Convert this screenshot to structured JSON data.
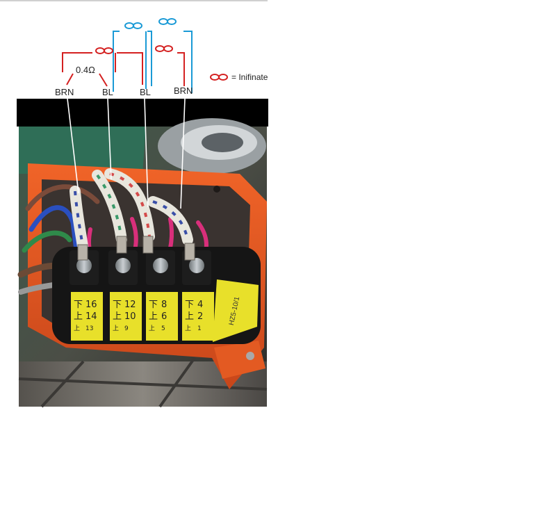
{
  "colors": {
    "red_line": "#d42020",
    "blue_line": "#1a9ad6",
    "wire_trace": "#ffffff",
    "terminal_yellow": "#e8e02a",
    "enclosure_orange": "#e2541e",
    "black_band": "#000000"
  },
  "diagram": {
    "resistance_label": "0.4Ω",
    "infinity_symbol": "∞",
    "wires": [
      {
        "label": "BRN",
        "color": "red"
      },
      {
        "label": "BL",
        "color": "blue"
      },
      {
        "label": "BL",
        "color": "blue"
      },
      {
        "label": "BRN",
        "color": "red"
      }
    ]
  },
  "legend": {
    "icon": "infinity-red-icon",
    "text": "= Inifinate"
  },
  "photo": {
    "terminals": [
      {
        "top": [
          "下",
          "16"
        ],
        "mid": [
          "上",
          "14"
        ],
        "bot": [
          "上",
          "13"
        ]
      },
      {
        "top": [
          "下",
          "12"
        ],
        "mid": [
          "上",
          "10"
        ],
        "bot": [
          "上",
          "9"
        ]
      },
      {
        "top": [
          "下",
          "8"
        ],
        "mid": [
          "上",
          "6"
        ],
        "bot": [
          "上",
          "5"
        ]
      },
      {
        "top": [
          "下",
          "4"
        ],
        "mid": [
          "上",
          "2"
        ],
        "bot": [
          "上",
          "1"
        ]
      }
    ],
    "side_label": "HZ5-10/1"
  }
}
